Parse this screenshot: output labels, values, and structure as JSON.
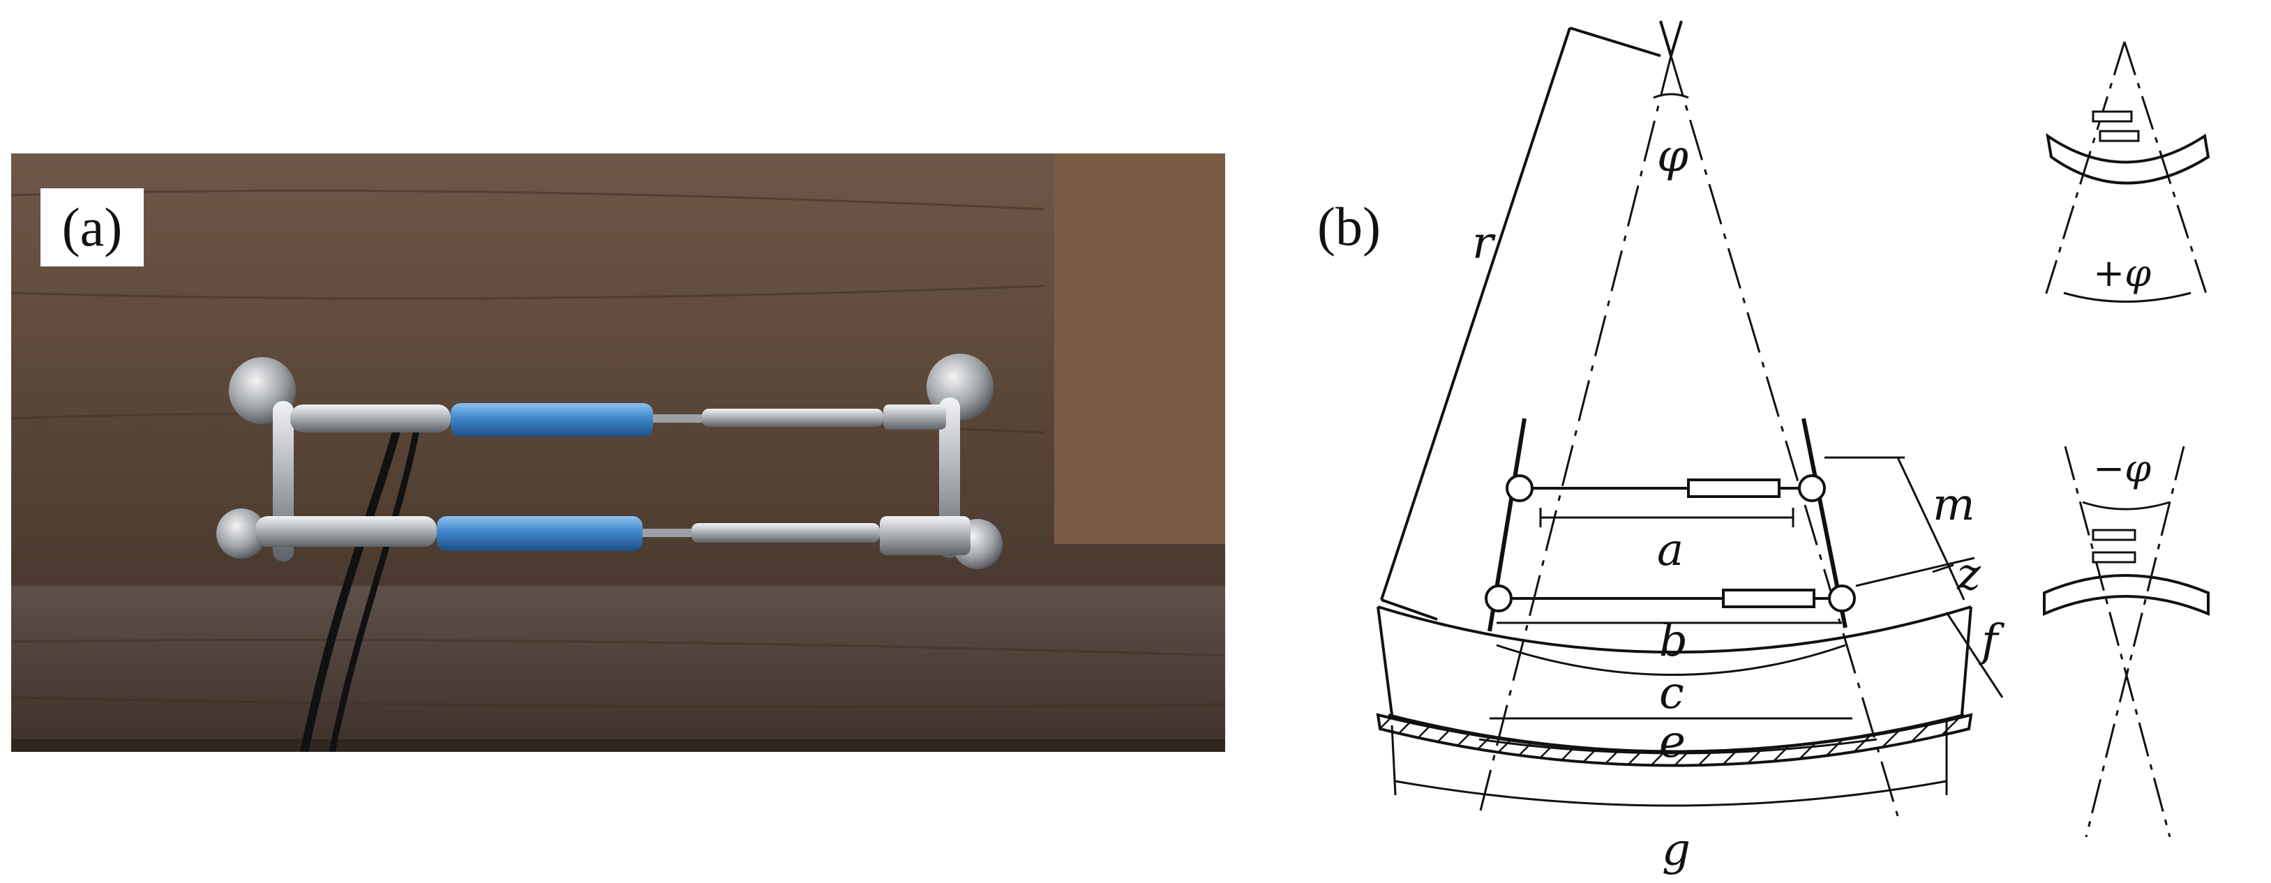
{
  "figure": {
    "panel_a": {
      "label": "(a)"
    },
    "panel_b": {
      "label": "(b)",
      "symbols": {
        "r": "r",
        "phi": "φ",
        "a": "a",
        "b": "b",
        "c": "c",
        "e": "e",
        "g": "g",
        "m": "m",
        "z": "z",
        "f": "f",
        "plus_phi": "+φ",
        "minus_phi": "−φ"
      }
    }
  },
  "colors": {
    "wood": "#5e4a3a",
    "sensor_blue": "#3f86c9",
    "steel": "#c9ccd0",
    "line": "#111111"
  }
}
